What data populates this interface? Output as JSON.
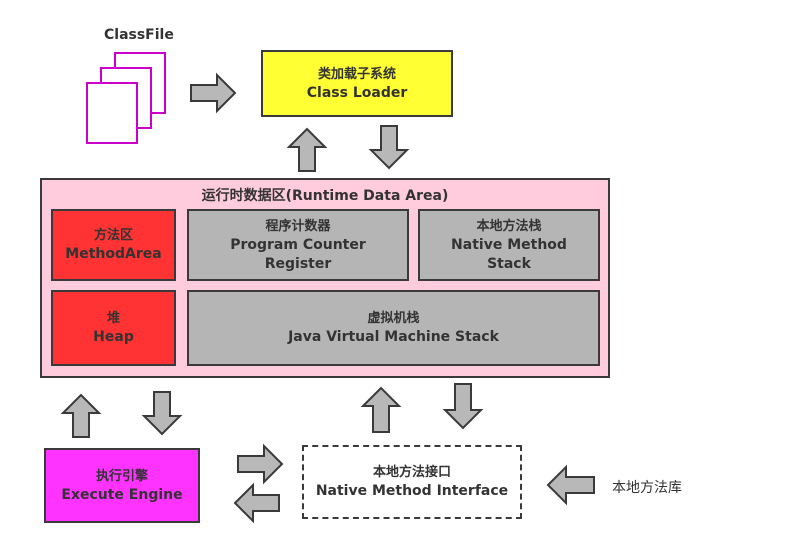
{
  "classfile": {
    "label": "ClassFile"
  },
  "class_loader": {
    "line1": "类加载子系统",
    "line2": "Class Loader",
    "color": "#ffff33"
  },
  "runtime_data_area": {
    "title": "运行时数据区(Runtime Data Area)",
    "color": "#ffccdd",
    "method_area": {
      "line1": "方法区",
      "line2": "MethodArea",
      "color": "#ff3333"
    },
    "program_counter": {
      "line1": "程序计数器",
      "line2": "Program Counter",
      "line3": "Register",
      "color": "#b5b5b5"
    },
    "native_method_stack": {
      "line1": "本地方法栈",
      "line2": "Native Method",
      "line3": "Stack",
      "color": "#b5b5b5"
    },
    "heap": {
      "line1": "堆",
      "line2": "Heap",
      "color": "#ff3333"
    },
    "jvm_stack": {
      "line1": "虚拟机栈",
      "line2": "Java Virtual Machine Stack",
      "color": "#b5b5b5"
    }
  },
  "execute_engine": {
    "line1": "执行引擎",
    "line2": "Execute Engine",
    "color": "#ff33ff"
  },
  "native_interface": {
    "line1": "本地方法接口",
    "line2": "Native Method Interface"
  },
  "native_library": {
    "label": "本地方法库"
  },
  "arrows": [
    {
      "name": "classfile-to-loader-arrow",
      "direction": "right"
    },
    {
      "name": "runtime-to-loader-arrow",
      "direction": "up"
    },
    {
      "name": "loader-to-runtime-arrow",
      "direction": "down"
    },
    {
      "name": "engine-to-runtime-arrow",
      "direction": "up"
    },
    {
      "name": "runtime-to-engine-arrow",
      "direction": "down"
    },
    {
      "name": "interface-to-runtime-arrow",
      "direction": "up"
    },
    {
      "name": "runtime-to-interface-arrow",
      "direction": "down"
    },
    {
      "name": "engine-to-interface-arrow",
      "direction": "right"
    },
    {
      "name": "interface-to-engine-arrow",
      "direction": "left"
    },
    {
      "name": "library-to-interface-arrow",
      "direction": "left"
    }
  ],
  "colors": {
    "arrow_fill": "#b8b8b8",
    "arrow_stroke": "#3a3a3a",
    "border": "#3a3a3a",
    "file_stroke": "#cc00cc"
  }
}
